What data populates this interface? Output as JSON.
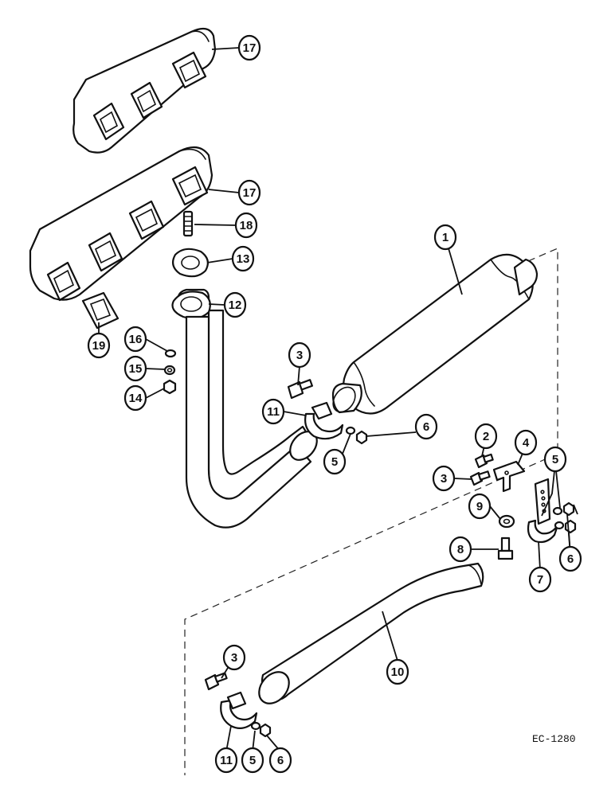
{
  "figure_id": "EC-1280",
  "callouts": [
    {
      "key": "c17a",
      "number": "17",
      "part": "exhaust-manifold"
    },
    {
      "key": "c17b",
      "number": "17",
      "part": "exhaust-manifold"
    },
    {
      "key": "c18",
      "number": "18",
      "part": "stud"
    },
    {
      "key": "c13",
      "number": "13",
      "part": "gasket"
    },
    {
      "key": "c12",
      "number": "12",
      "part": "exhaust-pipe-flange"
    },
    {
      "key": "c19",
      "number": "19",
      "part": "gasket"
    },
    {
      "key": "c16",
      "number": "16",
      "part": "washer"
    },
    {
      "key": "c15",
      "number": "15",
      "part": "lock-washer"
    },
    {
      "key": "c14",
      "number": "14",
      "part": "nut"
    },
    {
      "key": "c1",
      "number": "1",
      "part": "muffler"
    },
    {
      "key": "c3a",
      "number": "3",
      "part": "bolt"
    },
    {
      "key": "c11a",
      "number": "11",
      "part": "clamp"
    },
    {
      "key": "c5a",
      "number": "5",
      "part": "lock-washer"
    },
    {
      "key": "c6a",
      "number": "6",
      "part": "nut"
    },
    {
      "key": "c2",
      "number": "2",
      "part": "bolt"
    },
    {
      "key": "c4",
      "number": "4",
      "part": "bracket"
    },
    {
      "key": "c3b",
      "number": "3",
      "part": "bolt"
    },
    {
      "key": "c5b",
      "number": "5",
      "part": "lock-washer"
    },
    {
      "key": "c9",
      "number": "9",
      "part": "washer"
    },
    {
      "key": "c8",
      "number": "8",
      "part": "bolt"
    },
    {
      "key": "c6b",
      "number": "6",
      "part": "nut"
    },
    {
      "key": "c7",
      "number": "7",
      "part": "support-clamp"
    },
    {
      "key": "c10",
      "number": "10",
      "part": "tail-pipe"
    },
    {
      "key": "c3c",
      "number": "3",
      "part": "bolt"
    },
    {
      "key": "c11b",
      "number": "11",
      "part": "clamp"
    },
    {
      "key": "c5c",
      "number": "5",
      "part": "lock-washer"
    },
    {
      "key": "c6c",
      "number": "6",
      "part": "nut"
    }
  ]
}
